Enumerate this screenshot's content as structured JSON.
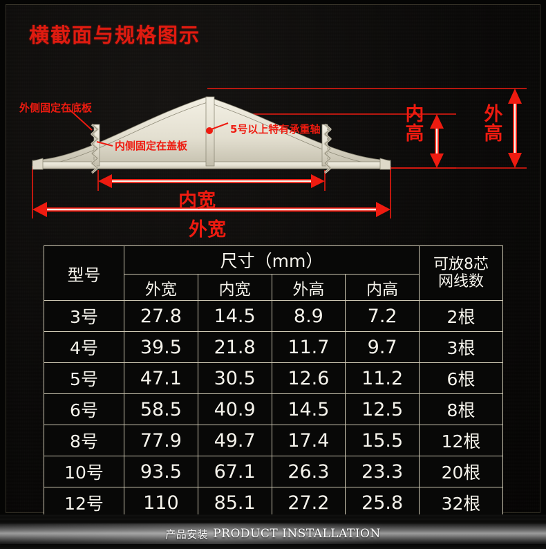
{
  "title": "横截面与规格图示",
  "diagram": {
    "annotations": {
      "outer_fix": "外侧固定在底板",
      "inner_fix": "内侧固定在盖板",
      "bearing_shaft": "5号以上特有承重轴"
    },
    "dimension_labels": {
      "inner_height": "内高",
      "outer_height": "外高",
      "inner_width": "内宽",
      "outer_width": "外宽"
    },
    "colors": {
      "profile": "#e6e2d4",
      "profile_shade": "#b9b4a2",
      "annotation": "#ee1b10",
      "dimension_line": "#f4f0e6",
      "background": "#0a0908"
    }
  },
  "table": {
    "header": {
      "model": "型号",
      "size_group": "尺寸（mm）",
      "sub": [
        "外宽",
        "内宽",
        "外高",
        "内高"
      ],
      "cores": "可放8芯\n网线数",
      "cores_line1": "可放8芯",
      "cores_line2": "网线数"
    },
    "rows": [
      {
        "model": "3号",
        "outer_width": "27.8",
        "inner_width": "14.5",
        "outer_height": "8.9",
        "inner_height": "7.2",
        "cores": "2根"
      },
      {
        "model": "4号",
        "outer_width": "39.5",
        "inner_width": "21.8",
        "outer_height": "11.7",
        "inner_height": "9.7",
        "cores": "3根"
      },
      {
        "model": "5号",
        "outer_width": "47.1",
        "inner_width": "30.5",
        "outer_height": "12.6",
        "inner_height": "11.2",
        "cores": "6根"
      },
      {
        "model": "6号",
        "outer_width": "58.5",
        "inner_width": "40.9",
        "outer_height": "14.5",
        "inner_height": "12.5",
        "cores": "8根"
      },
      {
        "model": "8号",
        "outer_width": "77.9",
        "inner_width": "49.7",
        "outer_height": "17.4",
        "inner_height": "15.5",
        "cores": "12根"
      },
      {
        "model": "10号",
        "outer_width": "93.5",
        "inner_width": "67.1",
        "outer_height": "26.3",
        "inner_height": "23.3",
        "cores": "20根"
      },
      {
        "model": "12号",
        "outer_width": "110",
        "inner_width": "85.1",
        "outer_height": "27.2",
        "inner_height": "25.8",
        "cores": "32根"
      }
    ]
  },
  "footer": {
    "cn": "产品安装",
    "en": "PRODUCT INSTALLATION"
  }
}
